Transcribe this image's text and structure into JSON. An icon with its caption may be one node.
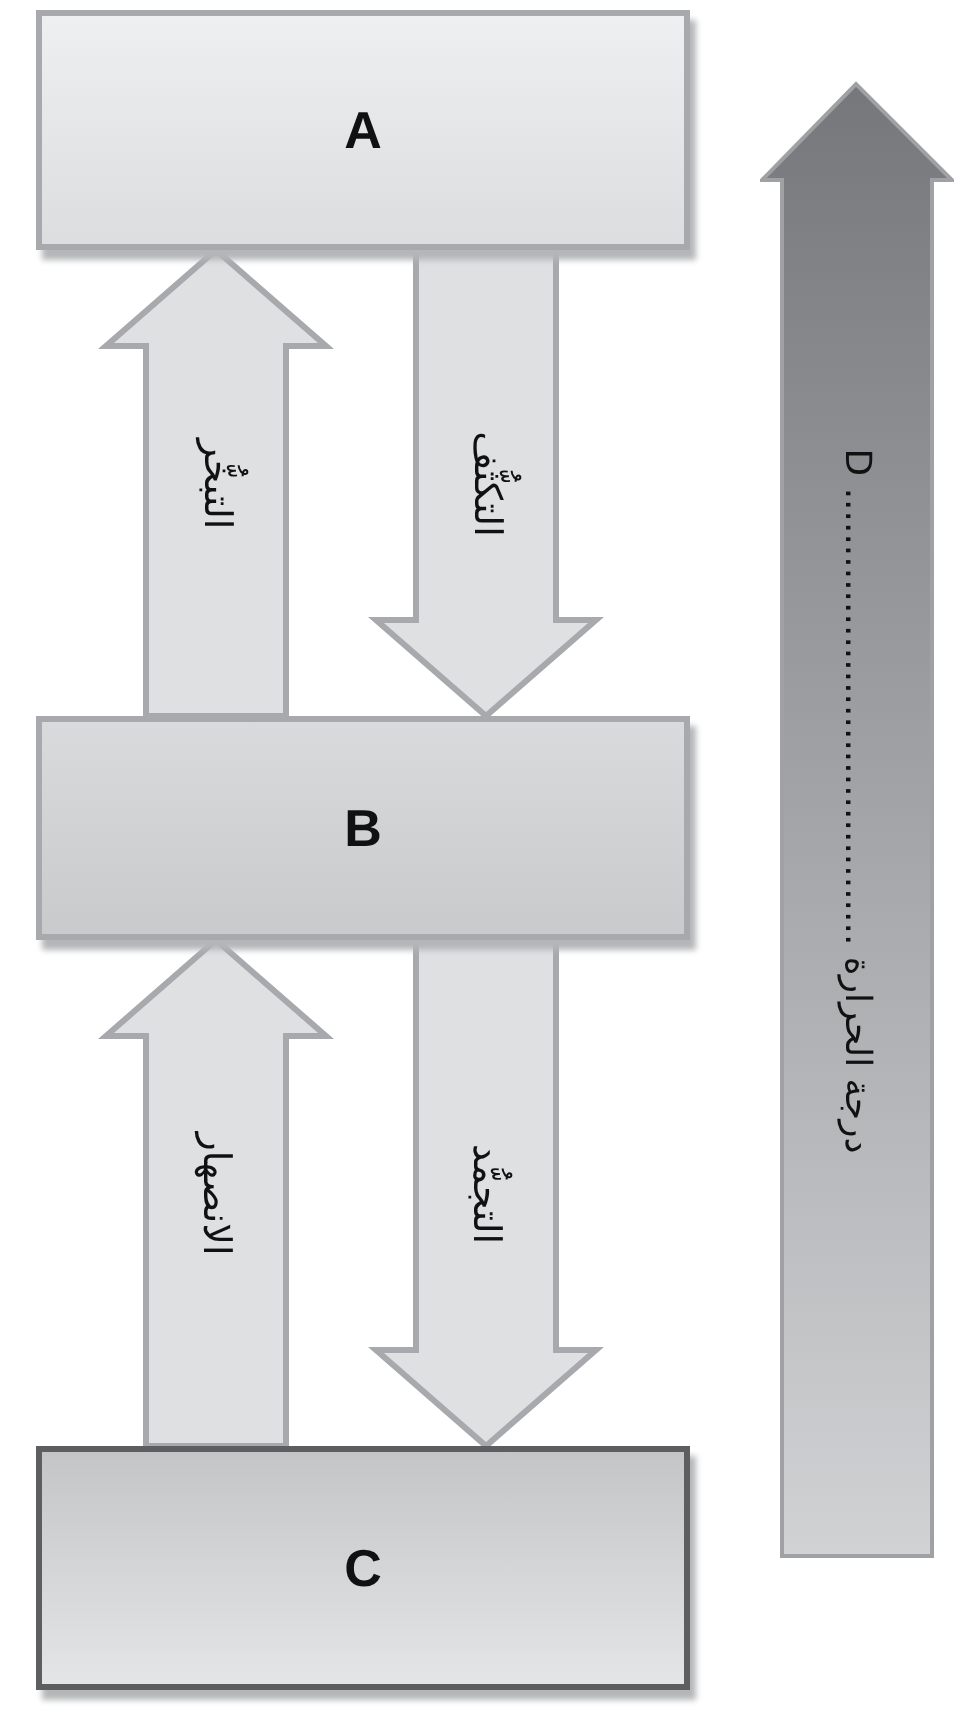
{
  "diagram": {
    "nodes": [
      {
        "text": [
          "A"
        ]
      },
      {
        "text": [
          "B"
        ]
      },
      {
        "text": [
          "C"
        ]
      },
      {
        "text": [
          "درجة الحرارة ........................................ D"
        ]
      }
    ],
    "edges": [
      {
        "from": 1,
        "to": 0,
        "arrow": "to",
        "label": "التبخُّر"
      },
      {
        "from": 0,
        "to": 1,
        "arrow": "to",
        "label": "التكثُّف"
      },
      {
        "from": 2,
        "to": 1,
        "arrow": "to",
        "label": "الانصهار"
      },
      {
        "from": 1,
        "to": 2,
        "arrow": "to",
        "label": "التجمُّد"
      }
    ]
  }
}
